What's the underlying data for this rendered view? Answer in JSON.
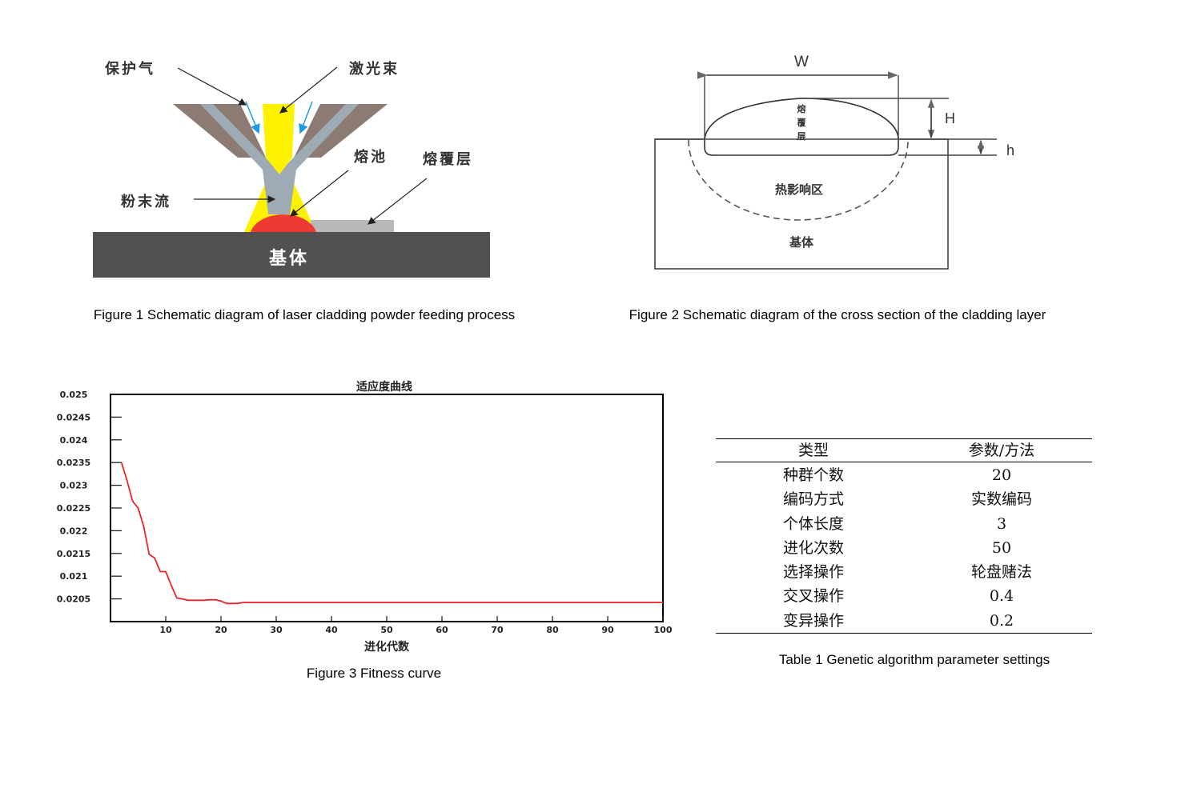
{
  "figure1": {
    "caption": "Figure 1 Schematic diagram of laser cladding powder feeding process",
    "labels": {
      "shielding_gas": "保护气",
      "laser_beam": "激光束",
      "melt_pool": "熔池",
      "cladding_layer": "熔覆层",
      "powder_stream": "粉末流",
      "substrate": "基体"
    },
    "colors": {
      "substrate": "#525050",
      "nozzle": "#8c7b73",
      "powder": "#9eabb5",
      "laser": "#fff200",
      "melt_pool": "#ef3a33",
      "cladding": "#b8b8b8",
      "gas_arrow": "#1e9be0"
    }
  },
  "figure2": {
    "caption": "Figure 2 Schematic diagram of the cross section of the cladding layer",
    "labels": {
      "width": "W",
      "height": "H",
      "depth": "h",
      "cladding_layer": "熔覆层",
      "haz": "热影响区",
      "substrate": "基体"
    }
  },
  "figure3": {
    "caption": "Figure 3 Fitness curve"
  },
  "chart_data": {
    "type": "line",
    "title": "适应度曲线",
    "xlabel": "进化代数",
    "ylabel": "",
    "xlim": [
      0,
      100
    ],
    "ylim": [
      0.02,
      0.025
    ],
    "xticks": [
      "10",
      "20",
      "30",
      "40",
      "50",
      "60",
      "70",
      "80",
      "90",
      "100"
    ],
    "xtick_values": [
      10,
      20,
      30,
      40,
      50,
      60,
      70,
      80,
      90,
      100
    ],
    "yticks": [
      "0.025",
      "0.0245",
      "0.024",
      "0.0235",
      "0.023",
      "0.0225",
      "0.022",
      "0.0215",
      "0.021",
      "0.0205"
    ],
    "ytick_values": [
      0.025,
      0.0245,
      0.024,
      0.0235,
      0.023,
      0.0225,
      0.022,
      0.0215,
      0.021,
      0.0205
    ],
    "grid": false,
    "series": [
      {
        "name": "fitness",
        "color": "#e8262a",
        "x": [
          2,
          3,
          4,
          5,
          6,
          7,
          8,
          9,
          10,
          11,
          12,
          13,
          14,
          15,
          16,
          17,
          18,
          19,
          20,
          21,
          22,
          23,
          24,
          30,
          40,
          50,
          60,
          70,
          80,
          90,
          100
        ],
        "y": [
          0.0235,
          0.0231,
          0.02265,
          0.0225,
          0.0221,
          0.02148,
          0.0214,
          0.0211,
          0.0211,
          0.0208,
          0.02052,
          0.0205,
          0.02047,
          0.02047,
          0.02047,
          0.02047,
          0.02048,
          0.02048,
          0.02045,
          0.0204,
          0.0204,
          0.0204,
          0.02042,
          0.02042,
          0.02042,
          0.02042,
          0.02042,
          0.02042,
          0.02042,
          0.02042,
          0.02042
        ]
      }
    ]
  },
  "table1": {
    "caption": "Table 1 Genetic algorithm parameter settings",
    "headers": [
      "类型",
      "参数/方法"
    ],
    "rows": [
      [
        "种群个数",
        "20"
      ],
      [
        "编码方式",
        "实数编码"
      ],
      [
        "个体长度",
        "3"
      ],
      [
        "进化次数",
        "50"
      ],
      [
        "选择操作",
        "轮盘赌法"
      ],
      [
        "交叉操作",
        "0.4"
      ],
      [
        "变异操作",
        "0.2"
      ]
    ]
  }
}
